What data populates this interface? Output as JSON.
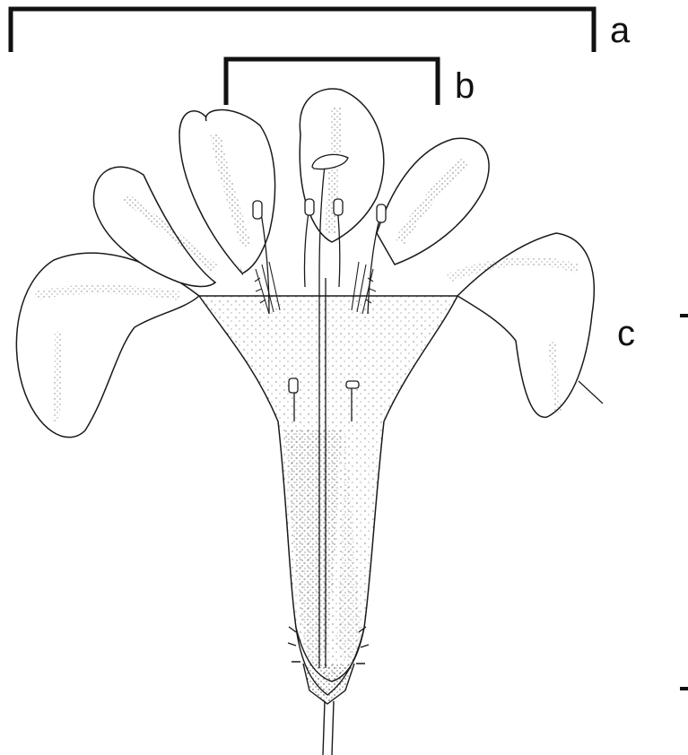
{
  "labels": {
    "a": "a",
    "b": "b",
    "c": "c"
  },
  "colors": {
    "ink": "#1a1a1a",
    "stipple": "#3a3a3a",
    "background": "#ffffff"
  }
}
